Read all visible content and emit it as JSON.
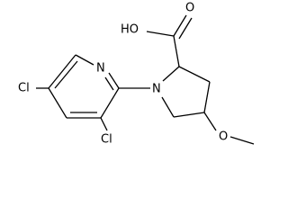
{
  "structure": {
    "atom_labels": {
      "N_pyridine": "N",
      "N_pyrrolidine": "N",
      "Cl_top": "Cl",
      "Cl_bottom": "Cl",
      "O_methoxy": "O",
      "O_carbonyl": "O",
      "OH": "HO"
    }
  }
}
